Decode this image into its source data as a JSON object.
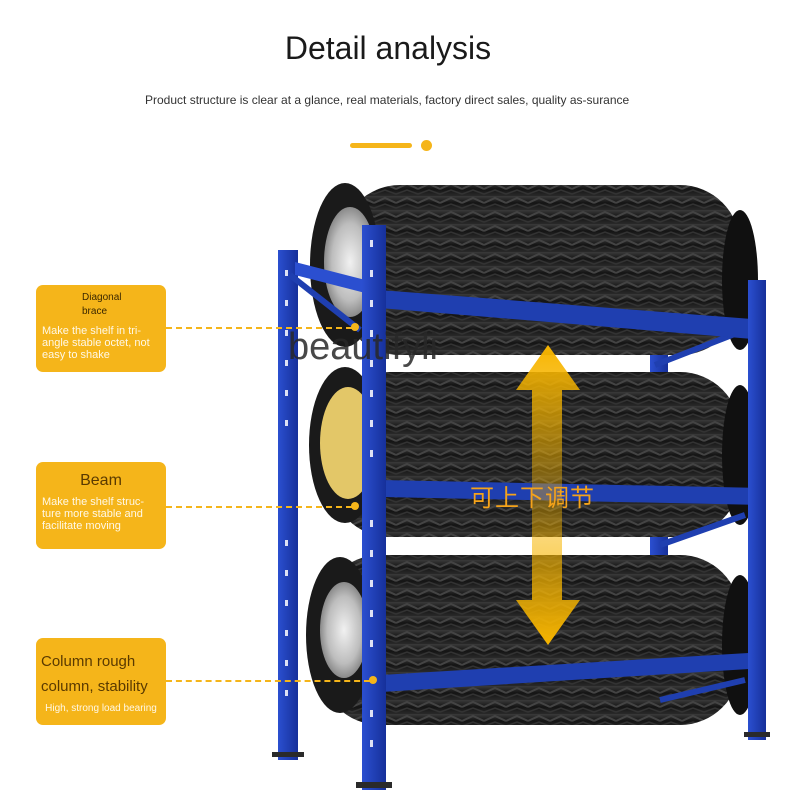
{
  "header": {
    "title": "Detail analysis",
    "subtitle": "Product structure is clear at a glance, real materials, factory direct sales, quality as-surance"
  },
  "callouts": [
    {
      "title": "Diagonal brace",
      "text": "Make the shelf in tri-angle stable octet, not easy to shake"
    },
    {
      "title": "Beam",
      "text": "Make the shelf struc-ture more stable and facilitate moving"
    },
    {
      "title": "Column rough column, stability",
      "text": "High, strong load bearing"
    }
  ],
  "overlay": {
    "watermark": "beautifyli",
    "adjust_label": "可上下调节"
  },
  "colors": {
    "accent": "#f5b51a",
    "rack_blue": "#1f3fb0",
    "tire": "#1b1b1b"
  },
  "icons": {
    "arrow": "double-vertical-arrow-icon"
  }
}
